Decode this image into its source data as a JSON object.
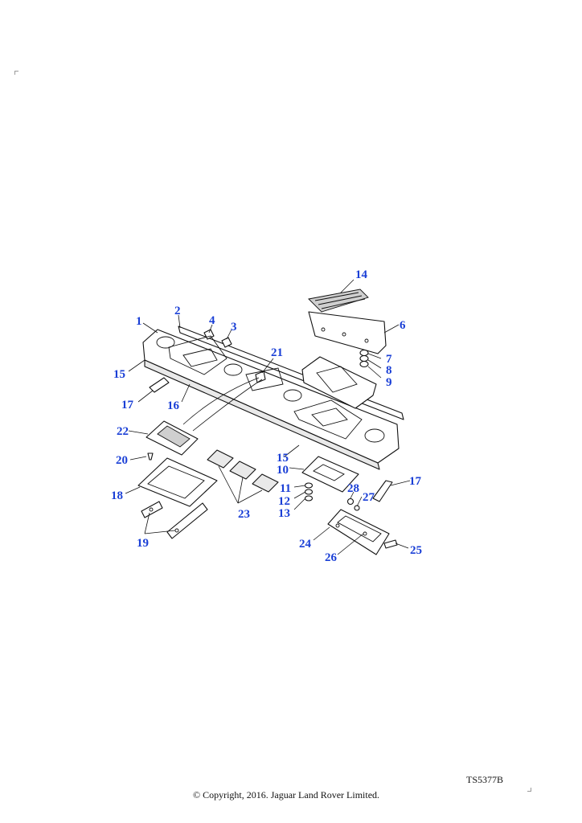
{
  "diagram": {
    "reference_code": "TS5377B",
    "copyright": "© Copyright, 2016. Jaguar Land Rover Limited.",
    "callouts": {
      "c1": "1",
      "c2": "2",
      "c3": "3",
      "c4": "4",
      "c6": "6",
      "c7": "7",
      "c8": "8",
      "c9": "9",
      "c10": "10",
      "c11": "11",
      "c12": "12",
      "c13": "13",
      "c14": "14",
      "c15a": "15",
      "c15b": "15",
      "c16": "16",
      "c17a": "17",
      "c17b": "17",
      "c18": "18",
      "c19": "19",
      "c20": "20",
      "c21": "21",
      "c22": "22",
      "c23": "23",
      "c24": "24",
      "c25": "25",
      "c26": "26",
      "c27": "27",
      "c28": "28"
    }
  }
}
